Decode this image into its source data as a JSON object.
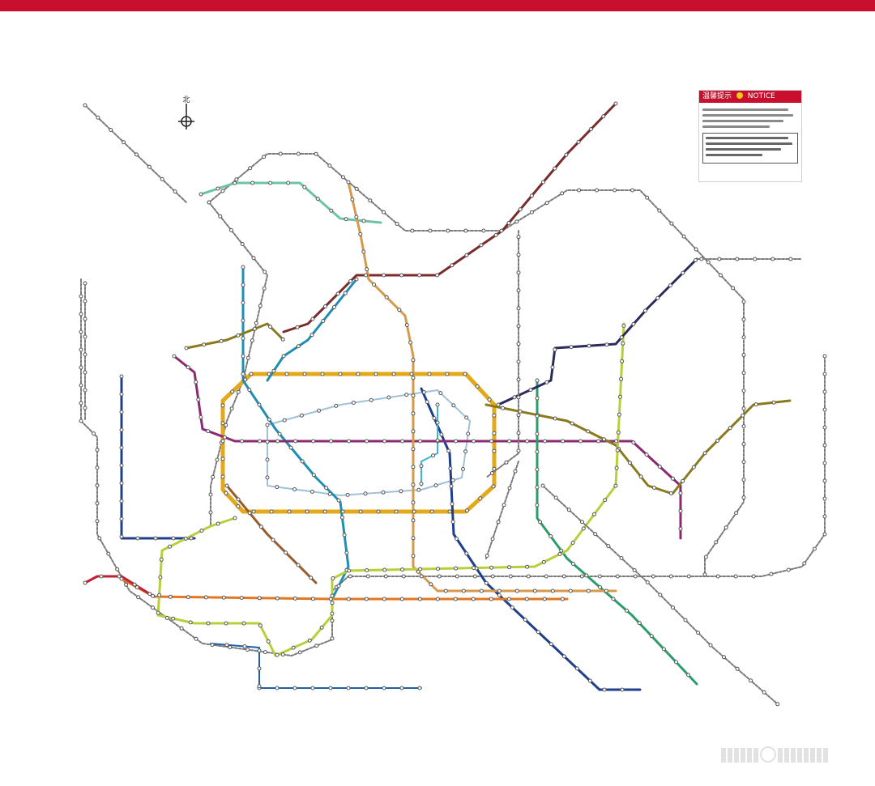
{
  "colors": {
    "brand_red": "#c8102e",
    "ring_gray": "#7a7a7a",
    "line_yellow": "#e3a91a",
    "line_teal": "#1e8fb3",
    "line_navy": "#1f3f8c",
    "line_maroon": "#7a2b2b",
    "line_purple": "#8b2a73",
    "line_green": "#2a9d6b",
    "line_lime": "#b7cf39",
    "line_olive": "#8a7a1e",
    "line_orange": "#e4761f",
    "line_crimson": "#c02033",
    "line_sky": "#39b5d6",
    "line_brown": "#9b5b2a",
    "line_mint": "#6cc3a8",
    "line_tan": "#d59a4a"
  },
  "notice": {
    "title": "温馨提示",
    "title_en": "NOTICE"
  },
  "compass": {
    "north_label": "北"
  },
  "icons": [
    "compass-icon",
    "notice-dot-icon",
    "watermark-icon"
  ]
}
